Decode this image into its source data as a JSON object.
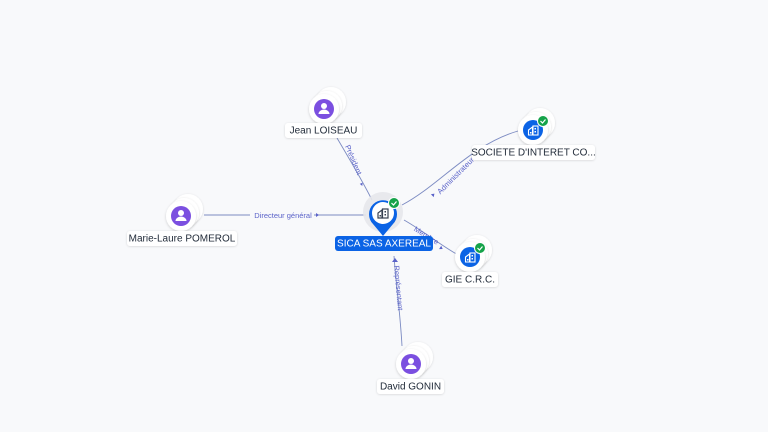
{
  "center": {
    "name": "SICA SAS AXEREAL",
    "icon": "building-icon",
    "color": "#0b63e5",
    "verified": true
  },
  "people": [
    {
      "name": "Jean LOISEAU",
      "icon": "person-icon"
    },
    {
      "name": "Marie-Laure POMEROL",
      "icon": "person-icon"
    },
    {
      "name": "David GONIN",
      "icon": "person-icon"
    }
  ],
  "companies": [
    {
      "name": "SOCIETE D'INTERET CO...",
      "icon": "building-icon",
      "verified": true
    },
    {
      "name": "GIE C.R.C.",
      "icon": "building-icon",
      "verified": true
    }
  ],
  "edges": [
    {
      "label": "Président"
    },
    {
      "label": "Directeur général"
    },
    {
      "label": "Représentant"
    },
    {
      "label": "Administrateur"
    },
    {
      "label": "Membre"
    }
  ],
  "colors": {
    "person": "#7b4fe0",
    "company": "#0b63e5",
    "verified": "#16a34a",
    "edge": "#7c8bc2",
    "edge_label": "#5b63c9"
  }
}
